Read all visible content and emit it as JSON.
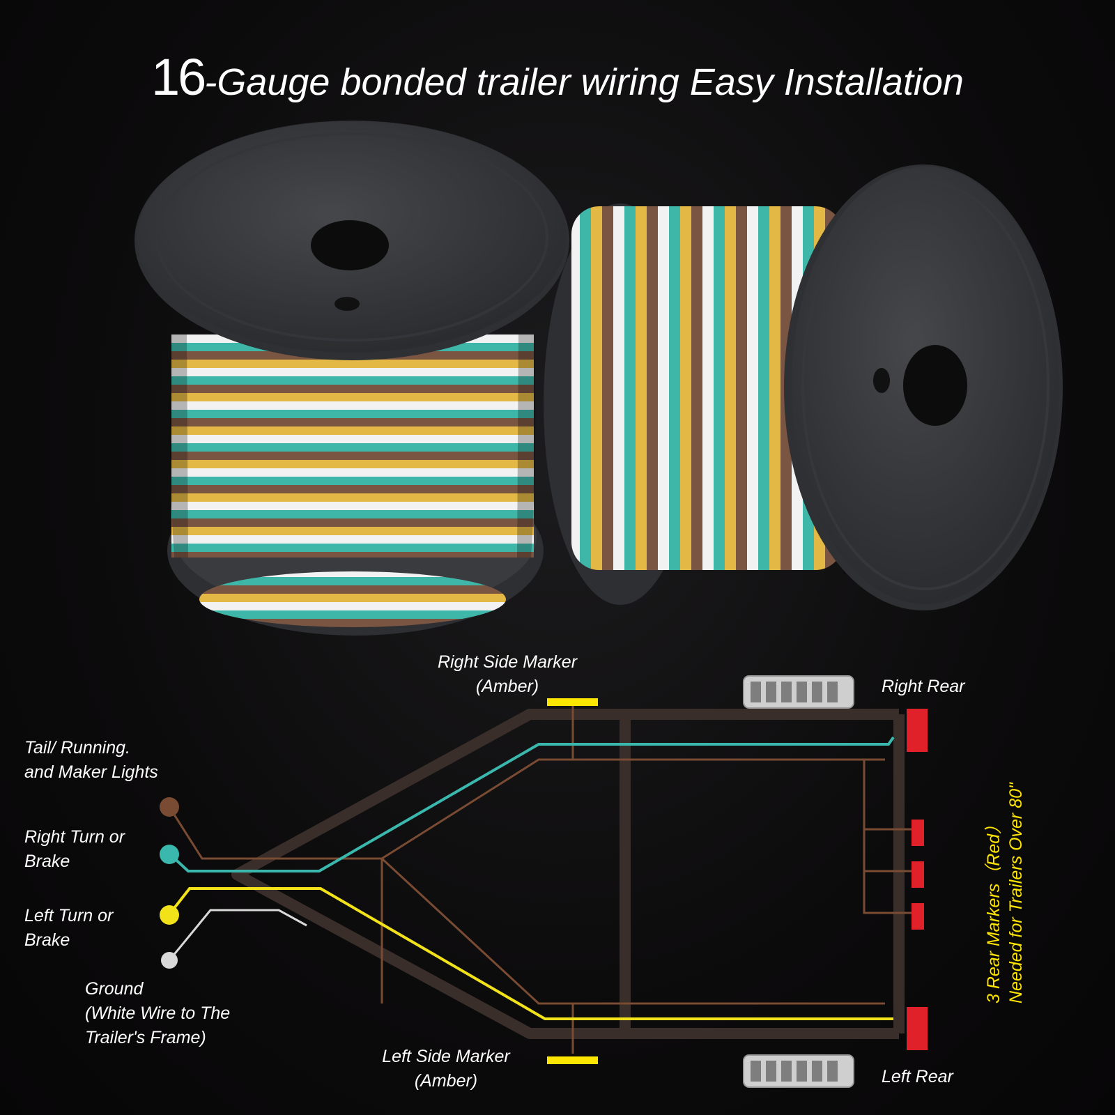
{
  "title": {
    "number": "16",
    "text": "-Gauge bonded trailer wiring Easy Installation"
  },
  "labels": {
    "right_side_marker": [
      "Right Side Marker",
      "(Amber)"
    ],
    "left_side_marker": [
      "Left Side Marker",
      "(Amber)"
    ],
    "right_rear": "Right Rear",
    "left_rear": "Left Rear",
    "tail_running": [
      "Tail/ Running.",
      "and Maker Lights"
    ],
    "right_turn": [
      "Right Turn or",
      "Brake"
    ],
    "left_turn": [
      "Left Turn or",
      "Brake"
    ],
    "ground": [
      "Ground",
      "(White Wire to The",
      "Trailer's Frame)"
    ],
    "rear_markers": [
      "3 Rear Markers（Red）",
      "Needed for Trailers Over 80\""
    ]
  },
  "colors": {
    "brown_wire": "#7a4b33",
    "green_wire": "#3bb8ad",
    "yellow_wire": "#f2e21a",
    "white_wire": "#d9d9d9",
    "frame": "#3a2e2a",
    "red_light": "#e0212a",
    "amber_light": "#ffe600",
    "spool": "#3c3d41"
  },
  "icons": [
    "wire-spool-left",
    "wire-spool-right",
    "trailer-frame-diagram",
    "tire-icon"
  ]
}
